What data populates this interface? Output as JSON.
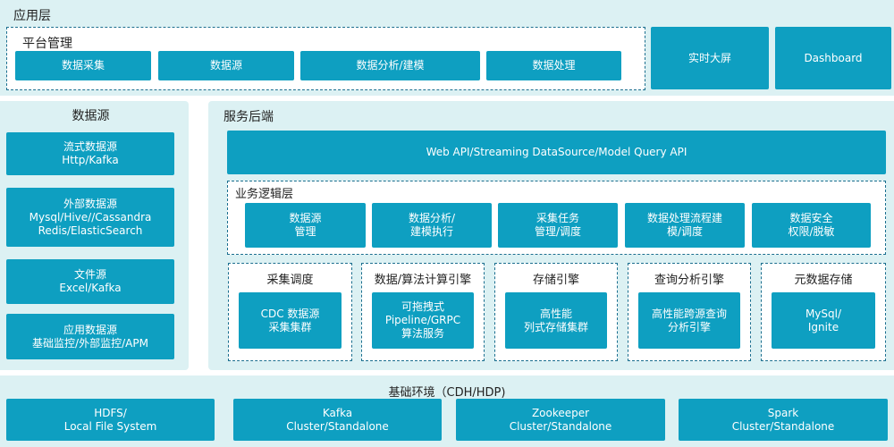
{
  "app_layer": {
    "title": "应用层",
    "platform": {
      "title": "平台管理",
      "items": [
        "数据采集",
        "数据源",
        "数据分析/建模",
        "数据处理"
      ]
    },
    "screen": "实时大屏",
    "dashboard": "Dashboard"
  },
  "datasource": {
    "title": "数据源",
    "items": [
      "流式数据源\nHttp/Kafka",
      "外部数据源\nMysql/Hive//Cassandra\nRedis/ElasticSearch",
      "文件源\nExcel/Kafka",
      "应用数据源\n基础监控/外部监控/APM"
    ]
  },
  "backend": {
    "title": "服务后端",
    "api": "Web API/Streaming DataSource/Model Query API",
    "logic": {
      "title": "业务逻辑层",
      "items": [
        "数据源\n管理",
        "数据分析/\n建模执行",
        "采集任务\n管理/调度",
        "数据处理流程建\n模/调度",
        "数据安全\n权限/脱敏"
      ]
    },
    "engines": [
      {
        "title": "采集调度",
        "body": "CDC 数据源\n采集集群"
      },
      {
        "title": "数据/算法计算引擎",
        "body": "可拖拽式\nPipeline/GRPC\n算法服务"
      },
      {
        "title": "存储引擎",
        "body": "高性能\n列式存储集群"
      },
      {
        "title": "查询分析引擎",
        "body": "高性能跨源查询\n分析引擎"
      },
      {
        "title": "元数据存储",
        "body": "MySql/\nIgnite"
      }
    ]
  },
  "infra": {
    "title": "基础环境（CDH/HDP)",
    "items": [
      "HDFS/\nLocal File System",
      "Kafka\nCluster/Standalone",
      "Zookeeper\nCluster/Standalone",
      "Spark\nCluster/Standalone"
    ]
  }
}
